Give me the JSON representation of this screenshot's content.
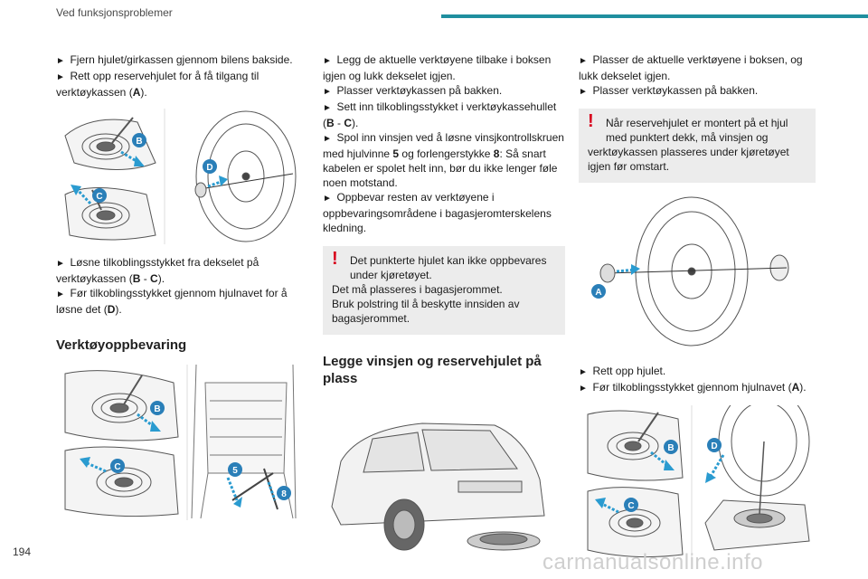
{
  "header": {
    "section_title": "Ved funksjonsproblemer"
  },
  "col1": {
    "steps_top": [
      {
        "text": "Fjern hjulet/girkassen gjennom bilens bakside."
      },
      {
        "text": "Rett opp reservehjulet for å få tilgang til verktøykassen (",
        "bold": "A",
        "after": ")."
      }
    ],
    "fig1_labels": {
      "b": "B",
      "c": "C",
      "d": "D"
    },
    "steps_mid": [
      {
        "text": "Løsne tilkoblingsstykket fra dekselet på verktøykassen (",
        "bold": "B",
        "sep": " - ",
        "bold2": "C",
        "after": ")."
      },
      {
        "text": "Før tilkoblingsstykket gjennom hjulnavet for å løsne det (",
        "bold": "D",
        "after": ")."
      }
    ],
    "section_title": "Verktøyoppbevaring",
    "fig2_labels": {
      "b": "B",
      "c": "C",
      "five": "5",
      "eight": "8"
    }
  },
  "col2": {
    "step1": "Legg de aktuelle verktøyene tilbake i boksen igjen og lukk dekselet igjen.",
    "step2": "Plasser verktøykassen på bakken.",
    "step3": {
      "text": "Sett inn tilkoblingsstykket i verktøykassehullet (",
      "b1": "B",
      "sep": " - ",
      "b2": "C",
      "after": ")."
    },
    "step4": {
      "text": "Spol inn vinsjen ved å løsne vinsjkontrollskruen med hjulvinne ",
      "b1": "5",
      "mid": " og forlengerstykke ",
      "b2": "8",
      "after": ": Så snart kabelen er spolet helt inn, bør du ikke lenger føle noen motstand."
    },
    "step5": "Oppbevar resten av verktøyene i oppbevaringsområdene i bagasjeromterskelens kledning.",
    "warning_first": "Det punkterte hjulet kan ikke oppbevares under kjøretøyet.",
    "warning_lines": [
      "Det må plasseres i bagasjerommet.",
      "Bruk polstring til å beskytte innsiden av bagasjerommet."
    ],
    "section_title": "Legge vinsjen og reservehjulet på plass"
  },
  "col3": {
    "step1": "Plasser de aktuelle verktøyene i boksen, og lukk dekselet igjen.",
    "step2": "Plasser verktøykassen på bakken.",
    "warning_first": "Når reservehjulet er montert på et hjul med punktert dekk, må vinsjen og",
    "warning_rest": "verktøykassen plasseres under kjøretøyet igjen før omstart.",
    "fig_label_a": "A",
    "step3": "Rett opp hjulet.",
    "step4": {
      "text": "Før tilkoblingsstykket gjennom hjulnavet (",
      "bold": "A",
      "after": ")."
    },
    "fig_labels": {
      "b": "B",
      "c": "C",
      "d": "D"
    }
  },
  "footer": {
    "page_number": "194",
    "watermark": "carmanualsonline.info"
  },
  "colors": {
    "accent": "#1f8f9f",
    "warning": "#d8001c",
    "label": "#2a7fb8",
    "warning_bg": "#ececec"
  },
  "icons": {
    "warning": "exclamation-icon",
    "step": "triangle-right-icon"
  }
}
